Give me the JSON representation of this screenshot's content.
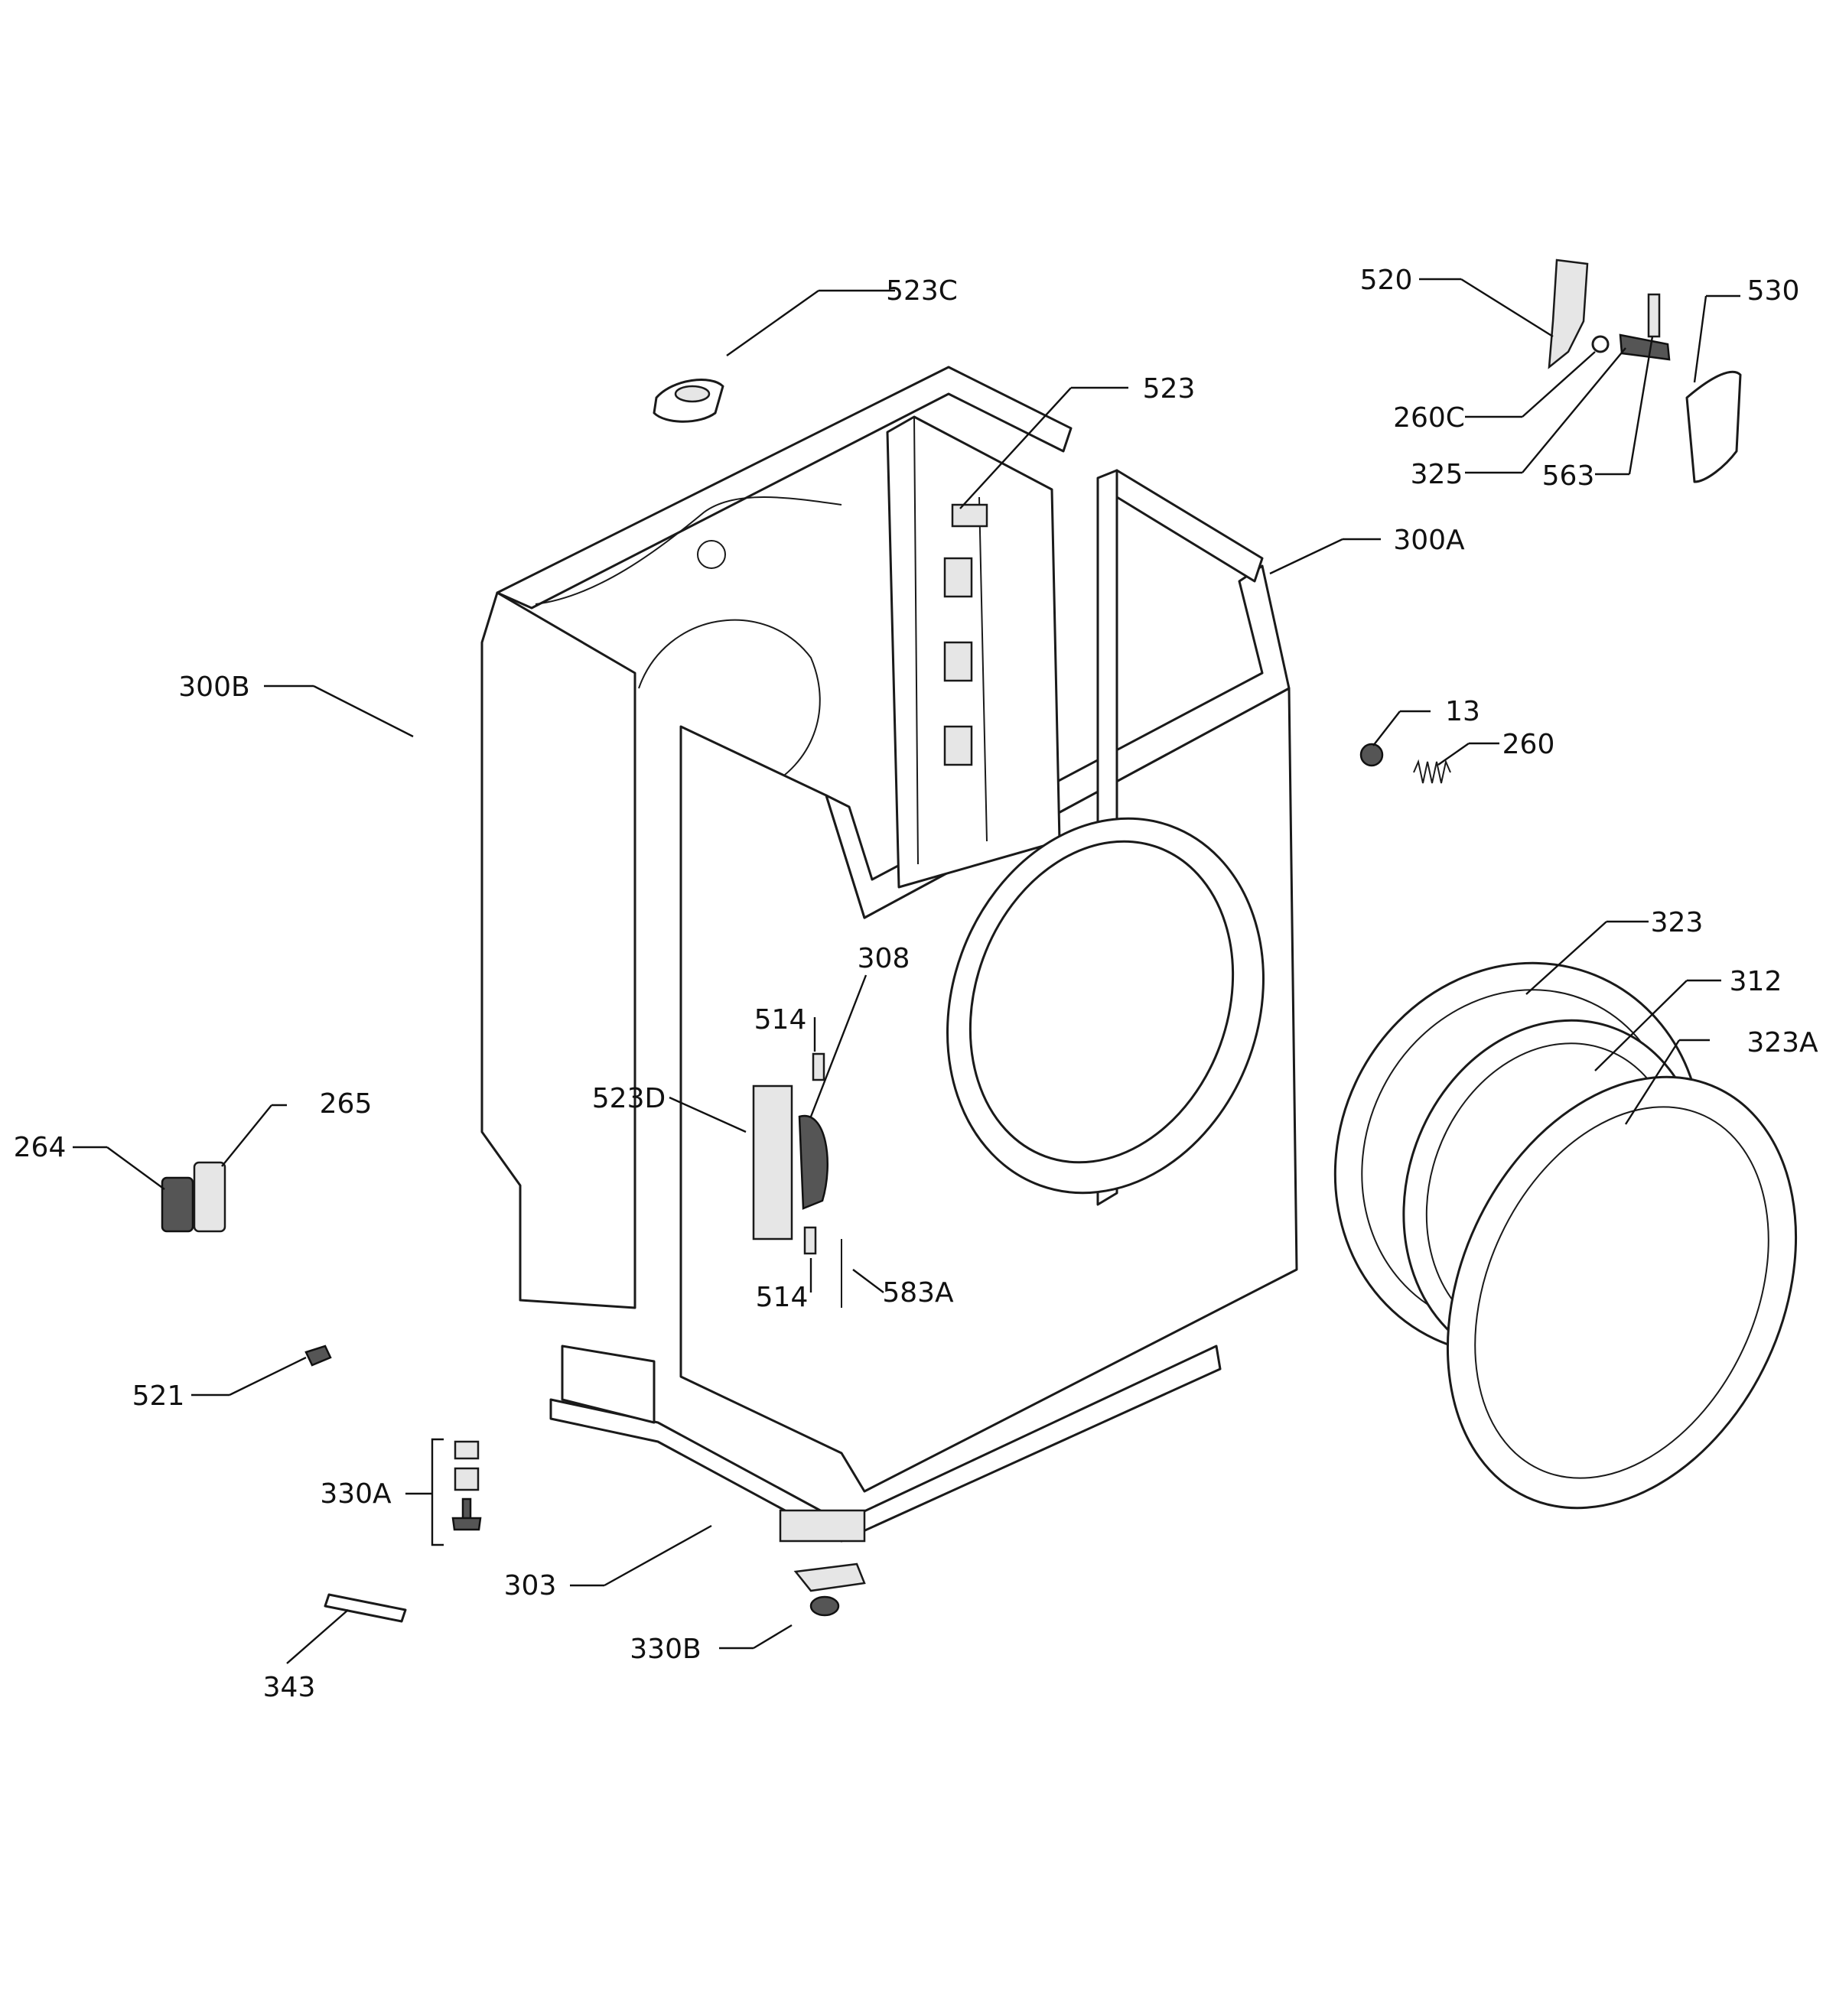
{
  "labels": {
    "l523C": "523C",
    "l520": "520",
    "l530": "530",
    "l523": "523",
    "l260C": "260C",
    "l325": "325",
    "l563": "563",
    "l300A": "300A",
    "l300B": "300B",
    "l13": "13",
    "l260": "260",
    "l323": "323",
    "l308": "308",
    "l312": "312",
    "l514a": "514",
    "l323A": "323A",
    "l523D": "523D",
    "l265": "265",
    "l264": "264",
    "l514b": "514",
    "l583A": "583A",
    "l521": "521",
    "l330A": "330A",
    "l303": "303",
    "l330B": "330B",
    "l343": "343"
  }
}
